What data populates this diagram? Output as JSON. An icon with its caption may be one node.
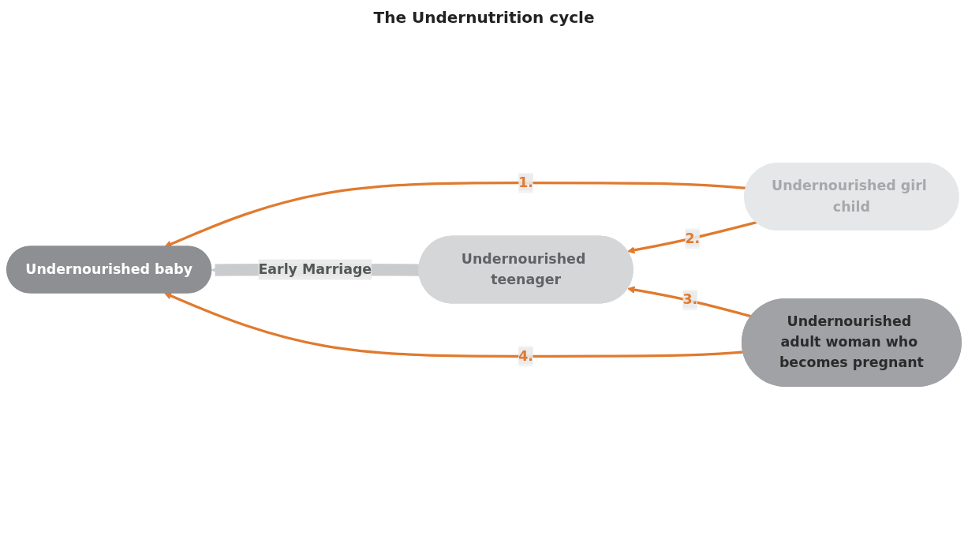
{
  "diagram": {
    "title": "The Undernutrition cycle",
    "nodes": [
      {
        "text": [
          "Undernourished girl child"
        ]
      },
      {
        "text": [
          "Undernourished baby"
        ]
      },
      {
        "text": [
          "Undernourished teenager"
        ]
      },
      {
        "text": [
          "Undernourished adult woman who becomes pregnant"
        ]
      }
    ],
    "edges": [
      {
        "from": 0,
        "to": 1,
        "arrow": "to",
        "label": "1."
      },
      {
        "from": 0,
        "to": 2,
        "arrow": "to",
        "label": "2."
      },
      {
        "from": 3,
        "to": 2,
        "arrow": "to",
        "label": "3."
      },
      {
        "from": 3,
        "to": 1,
        "arrow": "to",
        "label": "4."
      },
      {
        "from": 2,
        "to": 1,
        "arrow": "to",
        "label": "Early Marriage",
        "style": "thick",
        "color": "#c9cbcd"
      }
    ]
  }
}
